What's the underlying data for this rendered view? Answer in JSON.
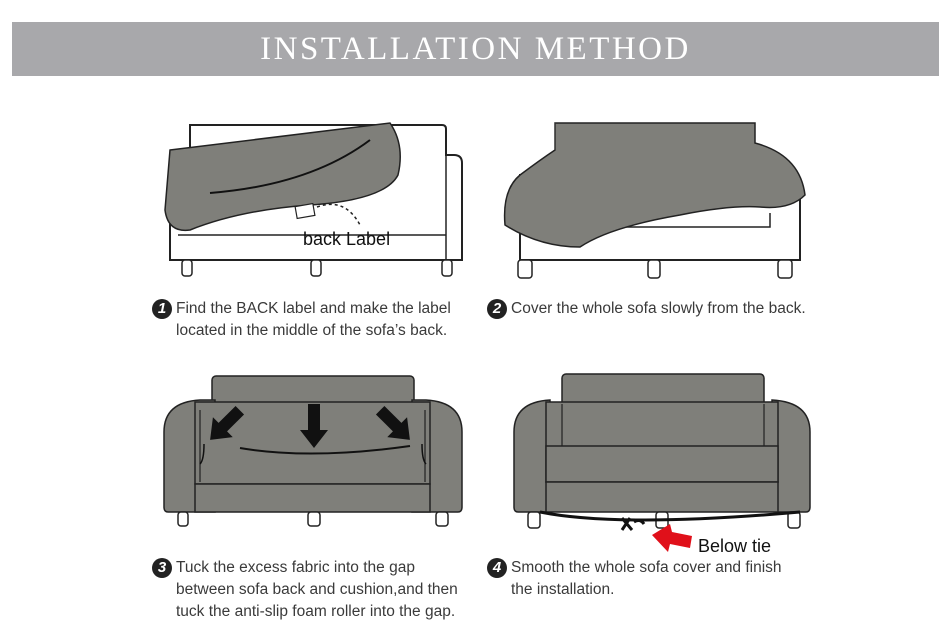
{
  "header": {
    "title": "INSTALLATION METHOD"
  },
  "colors": {
    "cover": "#7f7f7a",
    "banner": "#a8a8ab",
    "arrow_red": "#e0101a",
    "outline": "#222222"
  },
  "steps": [
    {
      "number": "1",
      "lines": [
        "Find the BACK label and make the label",
        "located in the middle of the sofa’s back."
      ]
    },
    {
      "number": "2",
      "lines": [
        "Cover the whole sofa slowly from the back."
      ]
    },
    {
      "number": "3",
      "lines": [
        "Tuck the excess fabric into the gap",
        "between sofa back and cushion,and then",
        "tuck the anti-slip foam roller into the gap."
      ]
    },
    {
      "number": "4",
      "lines": [
        "Smooth the whole sofa cover and finish",
        "the installation."
      ]
    }
  ],
  "illustrations": {
    "step1_label": "back  Label",
    "step4_label": "Below tie"
  },
  "icons": [
    "arrow-down-icon",
    "arrow-left-icon",
    "number-badge-icon"
  ]
}
